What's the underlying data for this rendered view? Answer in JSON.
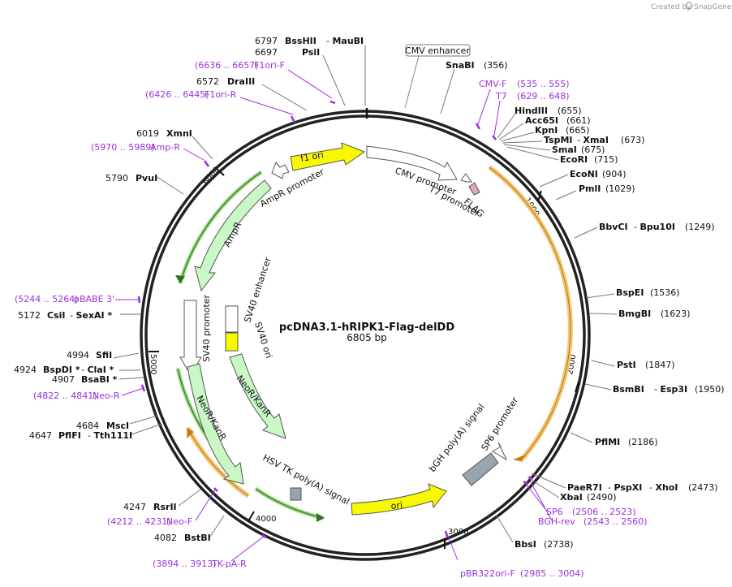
{
  "credit_prefix": "Created by",
  "credit_brand": "SnapGene",
  "plasmid": {
    "name": "pcDNA3.1-hRIPK1-Flag-delDD",
    "size": "6805 bp"
  },
  "ticks": [
    "1000",
    "2000",
    "3000",
    "4000",
    "5000",
    "6000"
  ],
  "enzymes": [
    {
      "name": "BssHII",
      "alt": "MauBI",
      "pos": "6797"
    },
    {
      "name": "PsiI",
      "pos": "6697"
    },
    {
      "name": "DraIII",
      "pos": "6572"
    },
    {
      "name": "XmnI",
      "pos": "6019"
    },
    {
      "name": "PvuI",
      "pos": "5790"
    },
    {
      "name": "CsiI",
      "alt": "SexAI *",
      "pos": "5172"
    },
    {
      "name": "SfiI",
      "pos": "4994"
    },
    {
      "name": "BspDI *",
      "alt": "ClaI *",
      "pos": "4924"
    },
    {
      "name": "BsaBI *",
      "pos": "4907"
    },
    {
      "name": "MscI",
      "pos": "4684"
    },
    {
      "name": "PflFI",
      "alt": "Tth111I",
      "pos": "4647"
    },
    {
      "name": "RsrII",
      "pos": "4247"
    },
    {
      "name": "BstBI",
      "pos": "4082"
    },
    {
      "name": "SnaBI",
      "pos": "356"
    },
    {
      "name": "HindIII",
      "pos": "655"
    },
    {
      "name": "Acc65I",
      "pos": "661"
    },
    {
      "name": "KpnI",
      "pos": "665"
    },
    {
      "name": "TspMI",
      "alt": "XmaI",
      "pos": "673"
    },
    {
      "name": "SmaI",
      "pos": "675"
    },
    {
      "name": "EcoRI",
      "pos": "715"
    },
    {
      "name": "EcoNI",
      "pos": "904"
    },
    {
      "name": "PmlI",
      "pos": "1029"
    },
    {
      "name": "BbvCI",
      "alt": "Bpu10I",
      "pos": "1249"
    },
    {
      "name": "BspEI",
      "pos": "1536"
    },
    {
      "name": "BmgBI",
      "pos": "1623"
    },
    {
      "name": "PstI",
      "pos": "1847"
    },
    {
      "name": "BsmBI",
      "alt": "Esp3I",
      "pos": "1950"
    },
    {
      "name": "PflMI",
      "pos": "2186"
    },
    {
      "name": "PaeR7I",
      "alt": "PspXI",
      "alt2": "XhoI",
      "pos": "2473"
    },
    {
      "name": "XbaI",
      "pos": "2490"
    },
    {
      "name": "BbsI",
      "pos": "2738"
    }
  ],
  "primers": [
    {
      "range": "6636 .. 6657",
      "name": "F1ori-F"
    },
    {
      "range": "6426 .. 6445",
      "name": "F1ori-R"
    },
    {
      "range": "5970 .. 5989",
      "name": "Amp-R"
    },
    {
      "range": "5244 .. 5264",
      "name": "pBABE 3'"
    },
    {
      "range": "4822 .. 4841",
      "name": "Neo-R"
    },
    {
      "range": "4212 .. 4231",
      "name": "Neo-F"
    },
    {
      "range": "3894 .. 3913",
      "name": "TK-pA-R"
    },
    {
      "name": "CMV-F",
      "range": "535 .. 555"
    },
    {
      "name": "T7",
      "range": "629 .. 648"
    },
    {
      "name": "SP6",
      "range": "2506 .. 2523"
    },
    {
      "name": "BGH-rev",
      "range": "2543 .. 2560"
    },
    {
      "name": "pBR322ori-F",
      "range": "2985 .. 3004"
    }
  ],
  "features": {
    "cmv_enhancer": "CMV enhancer",
    "cmv_promoter": "CMV promoter",
    "t7_promoter": "T7 promoter",
    "flag": "FLAG",
    "f1_ori": "f1 ori",
    "ampr_promoter": "AmpR promoter",
    "ampr": "AmpR",
    "sv40_promoter": "SV40 promoter",
    "sv40_enhancer": "SV40 enhancer",
    "sv40_ori": "SV40 ori",
    "neor_kanr_inner": "NeoR/KanR",
    "neor_kanr_outer": "NeoR/KanR",
    "hsv_tk": "HSV TK poly(A) signal",
    "ori": "ori",
    "bgh": "bGH poly(A) signal",
    "sp6_promoter": "SP6 promoter"
  },
  "colors": {
    "primer": "#9b30d9",
    "yellow": "#f8f800",
    "ampr_fill": "#c9f7c5",
    "ampr_edge": "#3a8a2a",
    "orf_edge": "#e8a33a",
    "bgh_fill": "#9aa4ad",
    "flag_fill": "#d7a7c4"
  }
}
